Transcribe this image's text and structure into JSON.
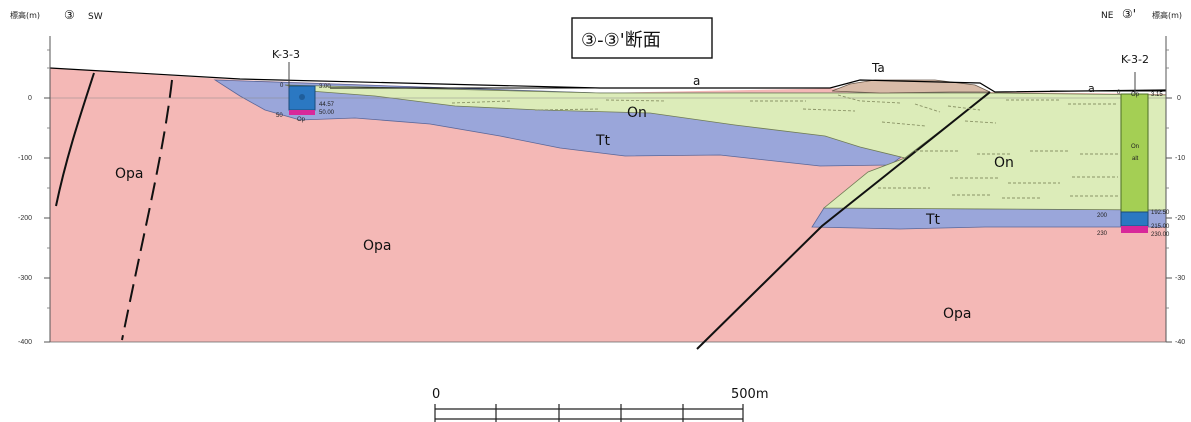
{
  "title": "③-③'断面",
  "left_end": {
    "marker": "③",
    "direction": "SW",
    "axis_label": "標高(m)"
  },
  "right_end": {
    "marker": "③'",
    "direction": "NE",
    "axis_label": "標高(m)"
  },
  "y_axis_ticks": [
    "0",
    "-100",
    "-200",
    "-300",
    "-400"
  ],
  "y_axis_ticks_right": [
    "0",
    "-10",
    "-20",
    "-30",
    "-40"
  ],
  "units": {
    "a": "a",
    "ta": "Ta",
    "on": "On",
    "tt": "Tt",
    "opa": "Opa"
  },
  "boreholes": {
    "k33": {
      "name": "K-3-3",
      "top_depth": "0",
      "bottom_depth": "50",
      "d1": "3.00",
      "d2": "44.57",
      "d3": "50.00",
      "layer": "Op"
    },
    "k32": {
      "name": "K-3-2",
      "top_depth": "0",
      "d1": "3.15",
      "d_200": "200",
      "d_230": "230",
      "d2": "192.50",
      "d3": "215.00",
      "d4": "230.00",
      "layer1": "On",
      "layer2": "alt",
      "layer3": "Op"
    }
  },
  "scale_bar": {
    "start": "0",
    "end": "500m"
  },
  "colors": {
    "opa": "#f4b8b6",
    "tt": "#9aa6da",
    "on": "#dcecb9",
    "ta": "#d8bba8",
    "k33_core": "#2b78c2",
    "k32_core": "#a4cf54",
    "magenta": "#d8289a"
  }
}
